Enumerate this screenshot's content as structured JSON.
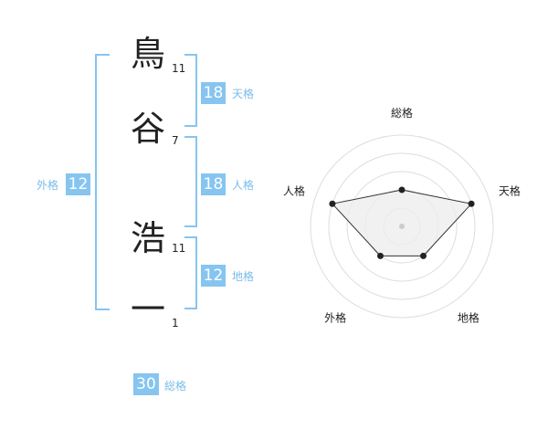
{
  "name": {
    "chars": [
      {
        "char": "鳥",
        "strokes": "11"
      },
      {
        "char": "谷",
        "strokes": "7"
      },
      {
        "char": "浩",
        "strokes": "11"
      },
      {
        "char": "一",
        "strokes": "1"
      }
    ]
  },
  "fortune": {
    "tenkaku": {
      "value": "18",
      "label": "天格"
    },
    "jinkaku": {
      "value": "18",
      "label": "人格"
    },
    "chikaku": {
      "value": "12",
      "label": "地格"
    },
    "gaikaku": {
      "value": "12",
      "label": "外格"
    },
    "soukaku": {
      "value": "30",
      "label": "総格"
    }
  },
  "colors": {
    "accent": "#86c5f0",
    "label": "#78bce9",
    "radar_fill": "#eeeeee",
    "ring": "#dddddd"
  },
  "chart_data": {
    "type": "radar",
    "axes": [
      "総格",
      "天格",
      "地格",
      "外格",
      "人格"
    ],
    "values": [
      2,
      4,
      2,
      2,
      4
    ],
    "max": 5,
    "rings": 5
  }
}
